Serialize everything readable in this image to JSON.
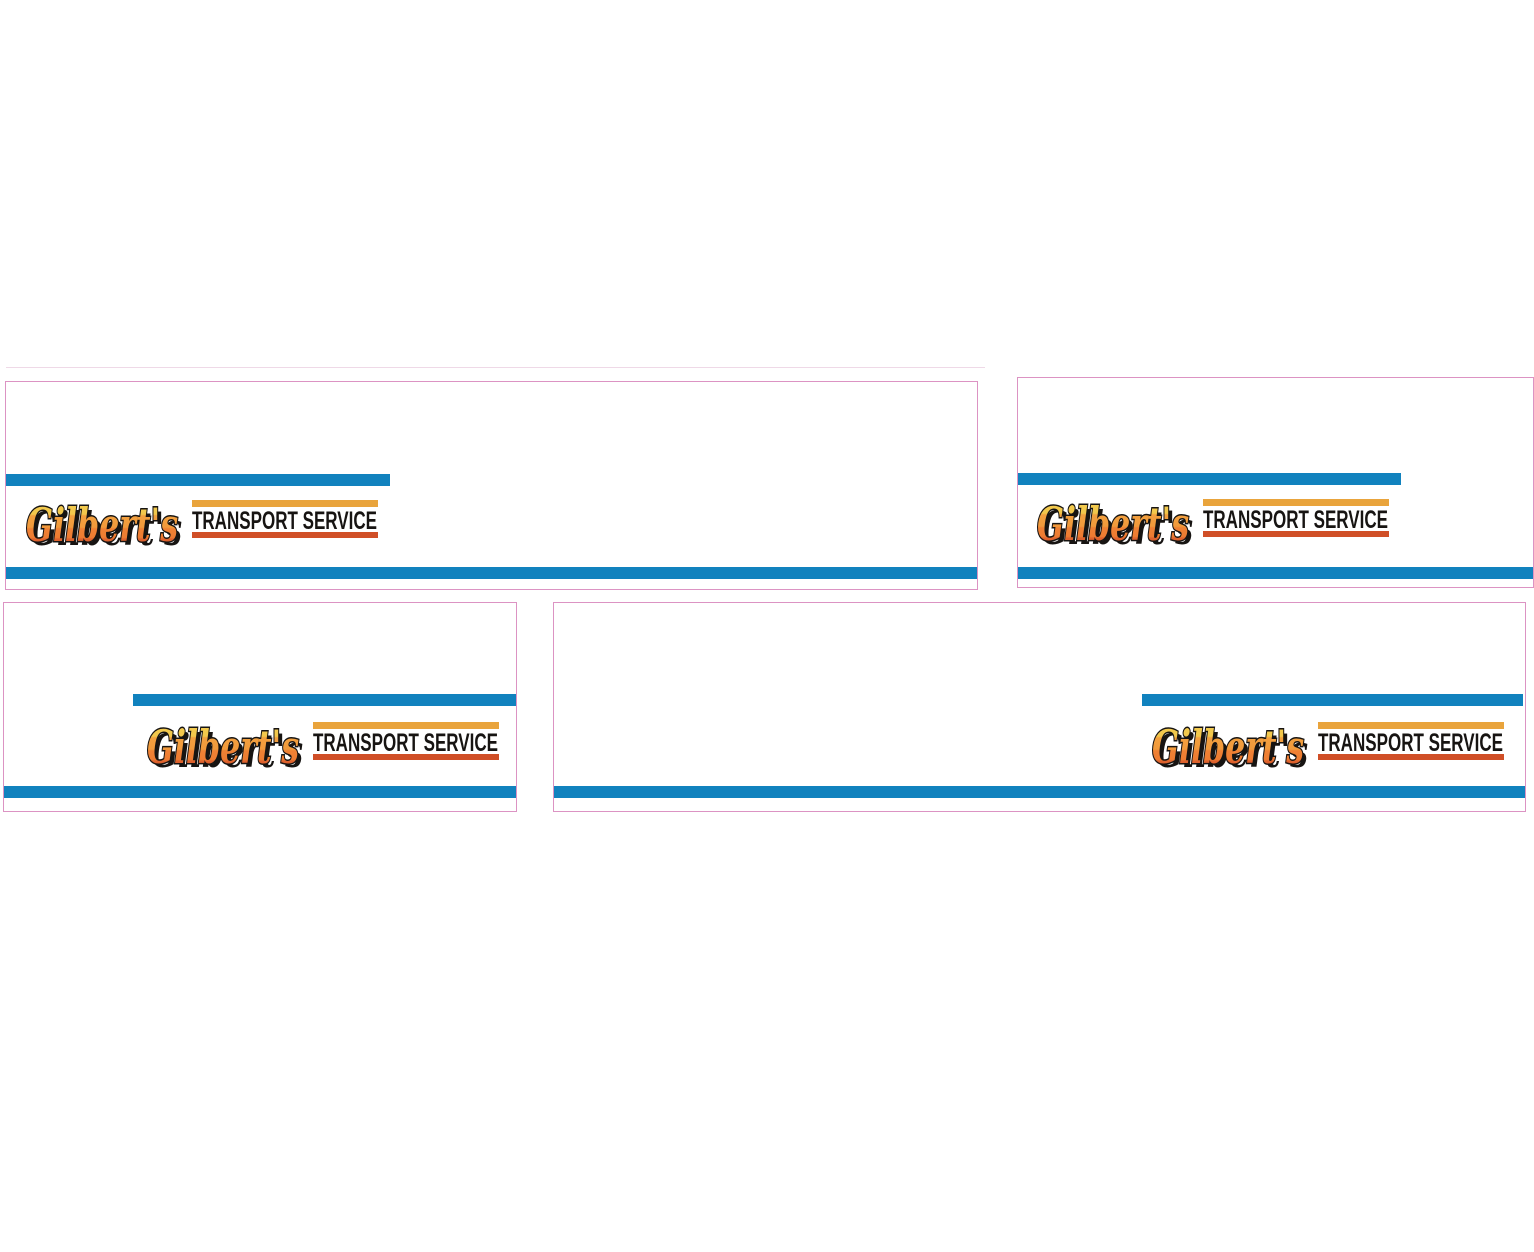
{
  "logo": {
    "name": "Gilbert's",
    "tagline": "TRANSPORT SERVICE"
  },
  "colors": {
    "stripe_blue": "#1182BE",
    "rule_orange": "#E9A43C",
    "rule_red": "#D04F27",
    "panel_border_pink": "#DC93C3",
    "faint_guide_pink": "#EFD9E7",
    "wordmark_outline": "#171412",
    "wordmark_gradient_top": "#F4CD50",
    "wordmark_gradient_mid": "#F19A3C",
    "wordmark_gradient_bottom": "#D8552A",
    "background": "#FFFFFF"
  },
  "panels": [
    {
      "id": "top-left",
      "livery_side": "left"
    },
    {
      "id": "top-right",
      "livery_side": "left"
    },
    {
      "id": "bottom-left",
      "livery_side": "right"
    },
    {
      "id": "bottom-right",
      "livery_side": "right"
    }
  ]
}
